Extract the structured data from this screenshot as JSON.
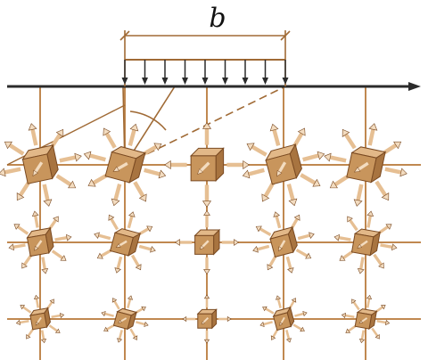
{
  "diagram": {
    "width_label": "b",
    "colors": {
      "line": "#2b2b2b",
      "grid": "#c08850",
      "cube_front": "#c8955c",
      "cube_top": "#e2b888",
      "cube_side": "#a87440",
      "edge": "#7a4a22",
      "rod": "#e6bf93",
      "arrow": "#f3dcc0",
      "dim": "#a06a35"
    },
    "rows": [
      {
        "elements": [
          {
            "kind": "rotated",
            "size": "large",
            "angle": -12
          },
          {
            "kind": "rotated",
            "size": "large",
            "angle": 15
          },
          {
            "kind": "axis",
            "size": "large",
            "angle": 0
          },
          {
            "kind": "rotated",
            "size": "large",
            "angle": -15
          },
          {
            "kind": "rotated",
            "size": "large",
            "angle": 12
          }
        ]
      },
      {
        "elements": [
          {
            "kind": "rotated",
            "size": "medium",
            "angle": -10
          },
          {
            "kind": "rotated",
            "size": "medium",
            "angle": 15
          },
          {
            "kind": "axis",
            "size": "medium",
            "angle": 0
          },
          {
            "kind": "rotated",
            "size": "medium",
            "angle": -15
          },
          {
            "kind": "rotated",
            "size": "medium",
            "angle": 10
          }
        ]
      },
      {
        "elements": [
          {
            "kind": "rotated",
            "size": "small",
            "angle": -10
          },
          {
            "kind": "rotated",
            "size": "small",
            "angle": 15
          },
          {
            "kind": "axis",
            "size": "small",
            "angle": 0
          },
          {
            "kind": "rotated",
            "size": "small",
            "angle": -15
          },
          {
            "kind": "rotated",
            "size": "small",
            "angle": 10
          }
        ]
      }
    ],
    "load_arrow_count": 9
  }
}
